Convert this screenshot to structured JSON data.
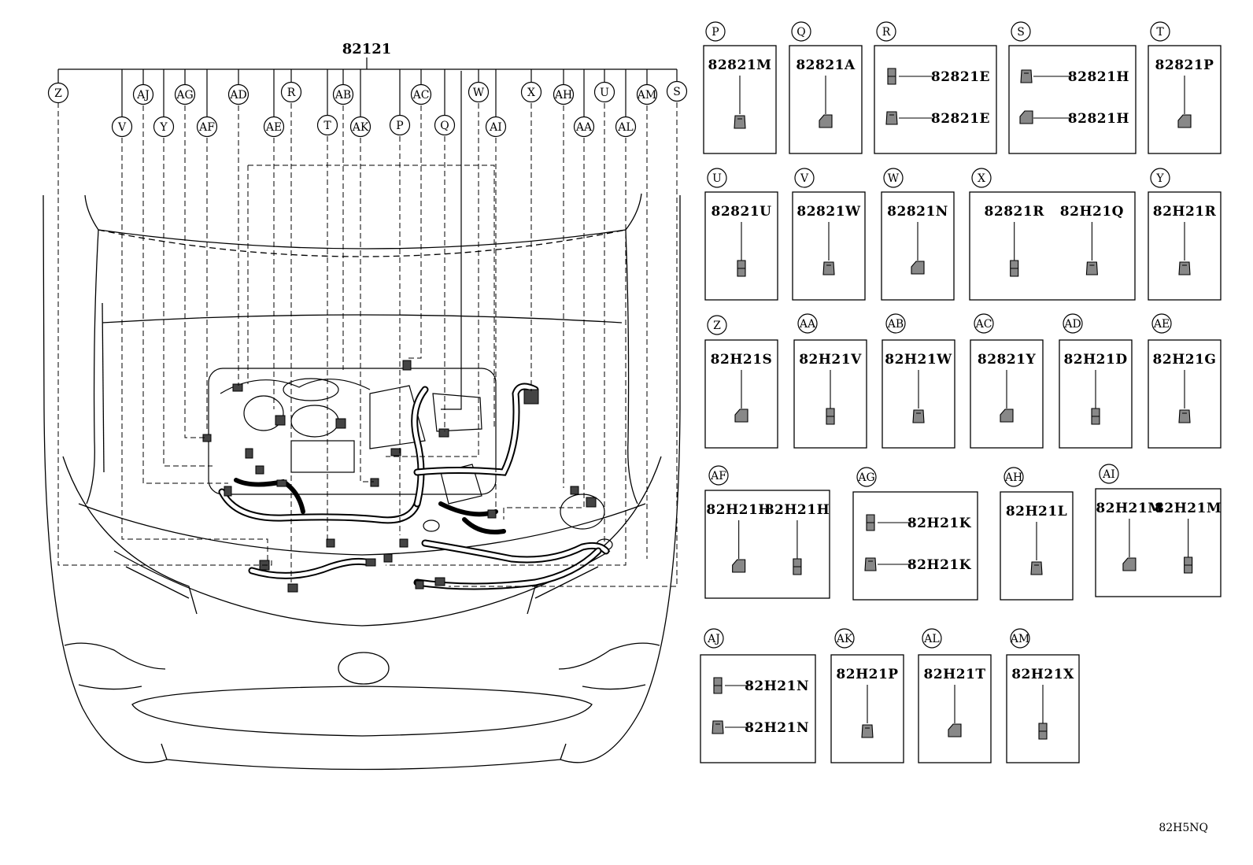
{
  "main_assembly": {
    "part_number": "82121",
    "callouts": [
      "Z",
      "V",
      "AJ",
      "Y",
      "AG",
      "AF",
      "AD",
      "AE",
      "R",
      "T",
      "AB",
      "AK",
      "P",
      "AC",
      "Q",
      "W",
      "AI",
      "X",
      "AH",
      "AA",
      "U",
      "AL",
      "AM",
      "S"
    ]
  },
  "detail_boxes": [
    {
      "key": "P",
      "parts": [
        "82821M"
      ]
    },
    {
      "key": "Q",
      "parts": [
        "82821A"
      ]
    },
    {
      "key": "R",
      "parts": [
        "82821E",
        "82821E"
      ]
    },
    {
      "key": "S",
      "parts": [
        "82821H",
        "82821H"
      ]
    },
    {
      "key": "T",
      "parts": [
        "82821P"
      ]
    },
    {
      "key": "U",
      "parts": [
        "82821U"
      ]
    },
    {
      "key": "V",
      "parts": [
        "82821W"
      ]
    },
    {
      "key": "W",
      "parts": [
        "82821N"
      ]
    },
    {
      "key": "X",
      "parts": [
        "82821R",
        "82H21Q"
      ]
    },
    {
      "key": "Y",
      "parts": [
        "82H21R"
      ]
    },
    {
      "key": "Z",
      "parts": [
        "82H21S"
      ]
    },
    {
      "key": "AA",
      "parts": [
        "82H21V"
      ]
    },
    {
      "key": "AB",
      "parts": [
        "82H21W"
      ]
    },
    {
      "key": "AC",
      "parts": [
        "82821Y"
      ]
    },
    {
      "key": "AD",
      "parts": [
        "82H21D"
      ]
    },
    {
      "key": "AE",
      "parts": [
        "82H21G"
      ]
    },
    {
      "key": "AF",
      "parts": [
        "82H21H",
        "82H21H"
      ]
    },
    {
      "key": "AG",
      "parts": [
        "82H21K",
        "82H21K"
      ]
    },
    {
      "key": "AH",
      "parts": [
        "82H21L"
      ]
    },
    {
      "key": "AI",
      "parts": [
        "82H21M",
        "82H21M"
      ]
    },
    {
      "key": "AJ",
      "parts": [
        "82H21N",
        "82H21N"
      ]
    },
    {
      "key": "AK",
      "parts": [
        "82H21P"
      ]
    },
    {
      "key": "AL",
      "parts": [
        "82H21T"
      ]
    },
    {
      "key": "AM",
      "parts": [
        "82H21X"
      ]
    }
  ],
  "diagram_code": "82H5NQ"
}
